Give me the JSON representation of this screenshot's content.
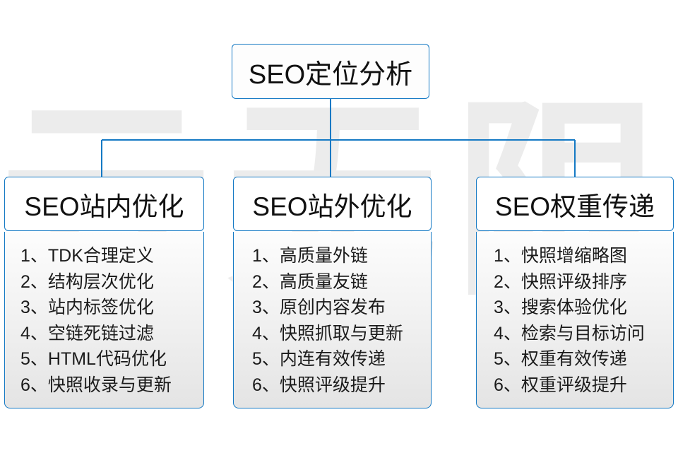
{
  "diagram": {
    "root": {
      "label": "SEO定位分析"
    },
    "accent_color": "#1479c4",
    "watermark_text": "云无限",
    "columns": [
      {
        "header": "SEO站内优化",
        "items": [
          "1、TDK合理定义",
          "2、结构层次优化",
          "3、站内标签优化",
          "4、空链死链过滤",
          "5、HTML代码优化",
          "6、快照收录与更新"
        ]
      },
      {
        "header": "SEO站外优化",
        "items": [
          "1、高质量外链",
          "2、高质量友链",
          "3、原创内容发布",
          "4、快照抓取与更新",
          "5、内连有效传递",
          "6、快照评级提升"
        ]
      },
      {
        "header": "SEO权重传递",
        "items": [
          "1、快照增缩略图",
          "2、快照评级排序",
          "3、搜索体验优化",
          "4、检索与目标访问",
          "5、权重有效传递",
          "6、权重评级提升"
        ]
      }
    ]
  }
}
